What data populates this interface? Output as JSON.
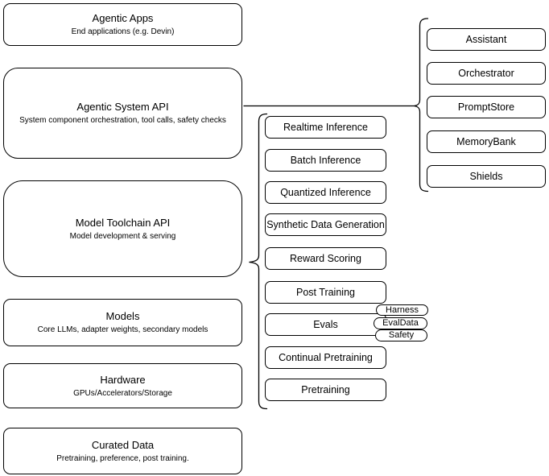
{
  "diagram": {
    "background_color": "#ffffff",
    "stroke_color": "#000000",
    "stack": [
      {
        "title": "Agentic Apps",
        "subtitle": "End applications (e.g. Devin)"
      },
      {
        "title": "Agentic System API",
        "subtitle": "System component orchestration, tool calls, safety checks"
      },
      {
        "title": "Model Toolchain API",
        "subtitle": "Model development & serving"
      },
      {
        "title": "Models",
        "subtitle": "Core LLMs, adapter weights, secondary models"
      },
      {
        "title": "Hardware",
        "subtitle": "GPUs/Accelerators/Storage"
      },
      {
        "title": "Curated Data",
        "subtitle": "Pretraining, preference, post training."
      }
    ],
    "toolchain_items": [
      "Realtime Inference",
      "Batch Inference",
      "Quantized Inference",
      "Synthetic Data Generation",
      "Reward Scoring",
      "Post Training",
      "Evals",
      "Continual Pretraining",
      "Pretraining"
    ],
    "evals_tags": [
      "Harness",
      "EvalData",
      "Safety"
    ],
    "system_items": [
      "Assistant",
      "Orchestrator",
      "PromptStore",
      "MemoryBank",
      "Shields"
    ]
  }
}
